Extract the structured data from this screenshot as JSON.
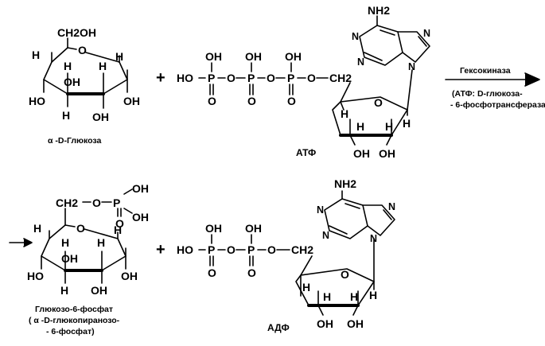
{
  "reaction": {
    "plus_sign": "+",
    "glucose": {
      "ch2oh": "CH2OH",
      "ring_o": "O",
      "h_top_left": "H",
      "h_c4": "H",
      "h_c1": "H",
      "oh_c4": "OH",
      "h_c3": "H",
      "oh_c1": "OH",
      "ho_c4": "HO",
      "oh_c2": "OH",
      "h_c2": "H",
      "caption": "α -D-Глюкоза"
    },
    "atp": {
      "oh1": "OH",
      "oh2": "OH",
      "oh3": "OH",
      "ho": "HO",
      "p1": "P",
      "p2": "P",
      "p3": "P",
      "o_link1": "O",
      "o_link2": "O",
      "o_link3": "O",
      "o_dbl1": "O",
      "o_dbl2": "O",
      "o_dbl3": "O",
      "ch2": "CH2",
      "nh2": "NH2",
      "n1": "N",
      "n2": "N",
      "n3": "N",
      "n4": "N",
      "ribose_o": "O",
      "h1": "H",
      "h2": "H",
      "h3": "H",
      "h4": "H",
      "oh_a": "OH",
      "oh_b": "OH",
      "caption": "АТФ"
    },
    "enzyme": {
      "name": "Гексокиназа",
      "line2": "(АТФ: D-глюкоза-",
      "line3": "- 6-фосфотрансфераза)"
    },
    "g6p": {
      "ch2": "CH2",
      "o_link": "O",
      "p": "P",
      "oh_top": "OH",
      "oh_bottom": "OH",
      "o_dbl": "O",
      "ring_o": "O",
      "h_left": "H",
      "h_c4": "H",
      "h_c1": "H",
      "oh_c4": "OH",
      "h_c3": "H",
      "oh_c1": "OH",
      "ho_c4": "HO",
      "oh_c2": "OH",
      "h_c2": "H",
      "caption1": "Глюкозо-6-фосфат",
      "caption2": "( α -D-глюкопиранозо-",
      "caption3": "- 6-фосфат)"
    },
    "adp": {
      "oh1": "OH",
      "oh2": "OH",
      "ho": "HO",
      "p1": "P",
      "p2": "P",
      "o_link1": "O",
      "o_link2": "O",
      "o_dbl1": "O",
      "o_dbl2": "O",
      "ch2": "CH2",
      "nh2": "NH2",
      "n1": "N",
      "n2": "N",
      "n3": "N",
      "n4": "N",
      "ribose_o": "O",
      "h1": "H",
      "h2": "H",
      "h3": "H",
      "h4": "H",
      "oh_a": "OH",
      "oh_b": "OH",
      "caption": "АДФ"
    }
  }
}
